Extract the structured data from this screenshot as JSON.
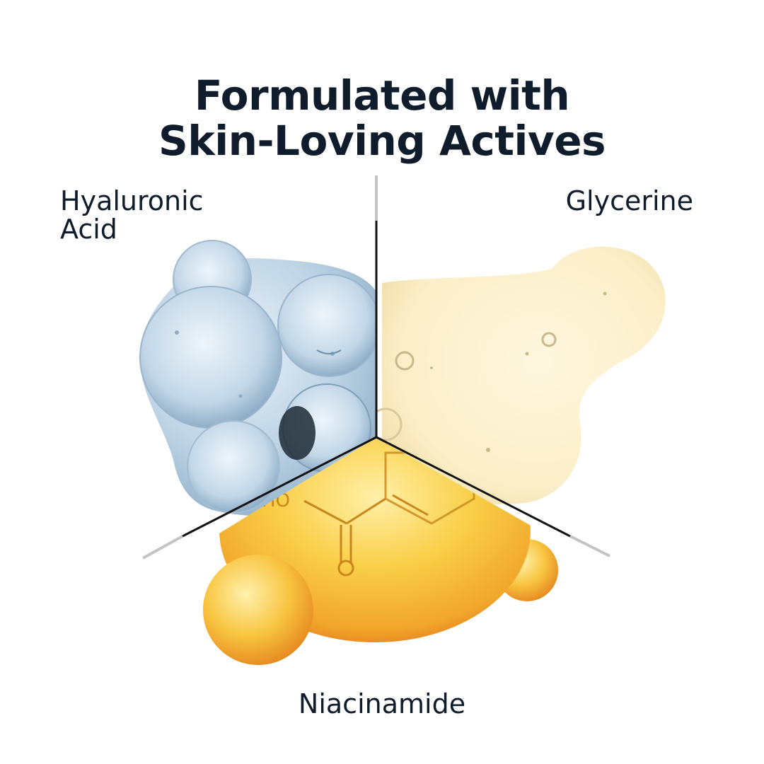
{
  "title": {
    "line1": "Formulated with",
    "line2": "Skin-Loving Actives"
  },
  "ingredients": {
    "hyaluronic_acid": {
      "line1": "Hyaluronic",
      "line2": "Acid"
    },
    "glycerine": {
      "label": "Glycerine"
    },
    "niacinamide": {
      "label": "Niacinamide"
    }
  },
  "molecule": {
    "hydroxyl_label": "HO",
    "oxygen_label": "O"
  },
  "colors": {
    "text": "#0f1c2c",
    "hyaluronic_blue": "#b8d0e2",
    "glycerine_cream": "#fbefc9",
    "niacinamide_gold": "#f6c23a",
    "divider": "#111111",
    "divider_end": "#c4c4c4"
  }
}
